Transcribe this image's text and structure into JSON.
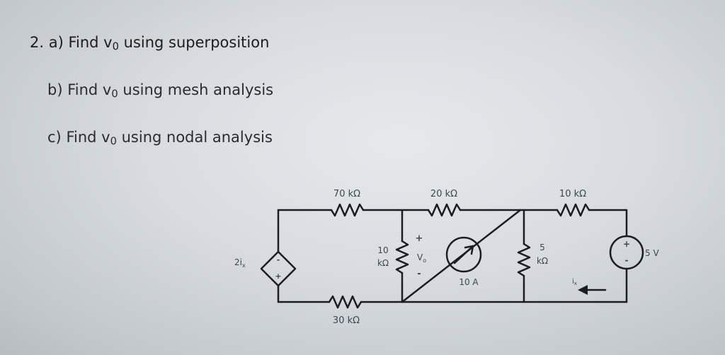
{
  "problem": {
    "number": "2.",
    "part_a": {
      "letter": "a)",
      "prefix": "Find v",
      "sub": "0",
      "suffix": " using superposition"
    },
    "part_b": {
      "letter": "b)",
      "prefix": "Find v",
      "sub": "0",
      "suffix": " using mesh analysis"
    },
    "part_c": {
      "letter": "c)",
      "prefix": "Find v",
      "sub": "0",
      "suffix": " using nodal analysis"
    }
  },
  "circuit": {
    "r1_label": "70 kΩ",
    "r2_label": "20 kΩ",
    "r3_label": "10 kΩ",
    "r4_label": "30 kΩ",
    "r5_value": "10",
    "r5_unit": "kΩ",
    "r6_value": "5",
    "r6_unit": "kΩ",
    "vo_label": "V",
    "vo_sub": "o",
    "vo_plus": "+",
    "vo_minus": "-",
    "dep_source_label": "2i",
    "dep_source_sub": "x",
    "dep_plus": "+",
    "dep_minus": "-",
    "current_source_label": "10 A",
    "voltage_source_label": "5 V",
    "vs_plus": "+",
    "vs_minus": "-",
    "ix_label": "i",
    "ix_sub": "x"
  },
  "colors": {
    "background": "#c9ced2",
    "question_text": "#1c1c1e",
    "wire": "#1a1d22",
    "circuit_label": "#3e4650"
  }
}
